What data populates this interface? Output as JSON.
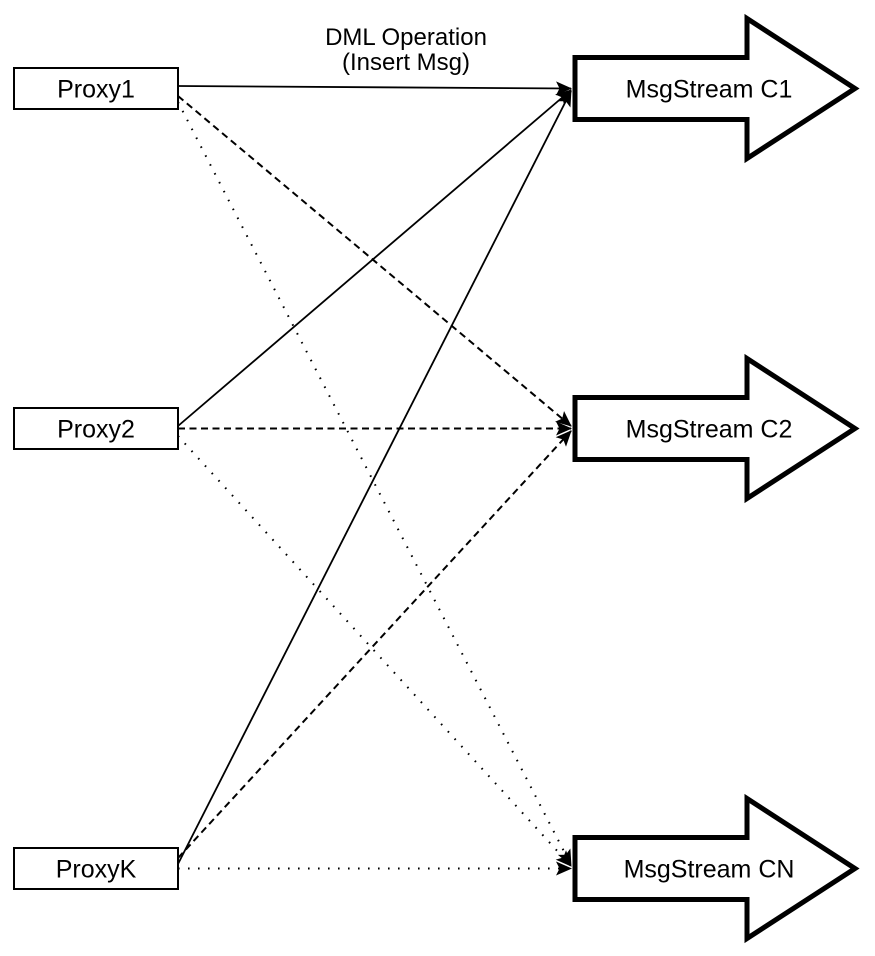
{
  "diagram": {
    "title": {
      "line1": "DML Operation",
      "line2": "(Insert Msg)"
    },
    "colors": {
      "stroke": "#000000",
      "fill": "#ffffff",
      "background": "#ffffff"
    },
    "proxies": [
      {
        "id": "proxy1",
        "label": "Proxy1"
      },
      {
        "id": "proxy2",
        "label": "Proxy2"
      },
      {
        "id": "proxyk",
        "label": "ProxyK"
      }
    ],
    "streams": [
      {
        "id": "c1",
        "label": "MsgStream C1"
      },
      {
        "id": "c2",
        "label": "MsgStream C2"
      },
      {
        "id": "cn",
        "label": "MsgStream CN"
      }
    ],
    "edges": [
      {
        "from": "Proxy1",
        "to": "MsgStream C1",
        "style": "solid"
      },
      {
        "from": "Proxy2",
        "to": "MsgStream C1",
        "style": "solid"
      },
      {
        "from": "ProxyK",
        "to": "MsgStream C1",
        "style": "solid"
      },
      {
        "from": "Proxy1",
        "to": "MsgStream C2",
        "style": "dashed"
      },
      {
        "from": "Proxy2",
        "to": "MsgStream C2",
        "style": "dashed"
      },
      {
        "from": "ProxyK",
        "to": "MsgStream C2",
        "style": "dashed"
      },
      {
        "from": "Proxy1",
        "to": "MsgStream CN",
        "style": "dotted"
      },
      {
        "from": "Proxy2",
        "to": "MsgStream CN",
        "style": "dotted"
      },
      {
        "from": "ProxyK",
        "to": "MsgStream CN",
        "style": "dotted"
      }
    ]
  }
}
